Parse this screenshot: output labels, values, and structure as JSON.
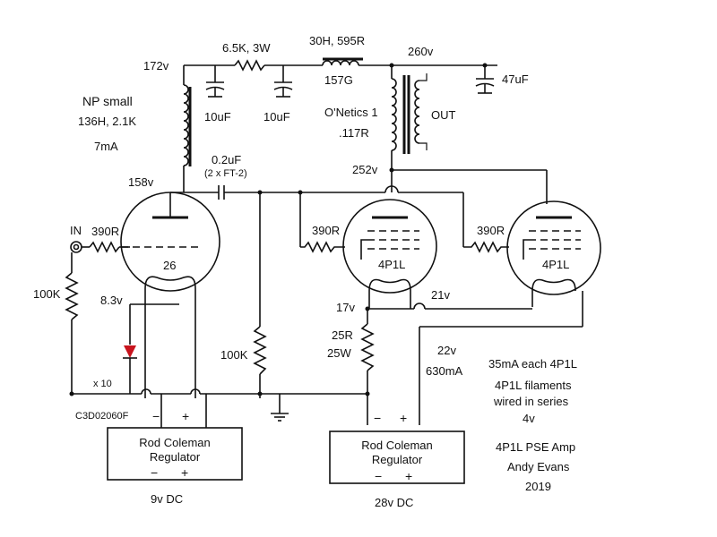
{
  "nodes": {
    "v172": "172v",
    "v260": "260v",
    "v158": "158v",
    "v252": "252v",
    "v83": "8.3v",
    "v17": "17v",
    "v21": "21v",
    "v22": "22v"
  },
  "components": {
    "r_6k5": "6.5K, 3W",
    "choke_30h": "30H, 595R",
    "choke_157g": "157G",
    "cap_47uf": "47uF",
    "cap_10uf_a": "10uF",
    "cap_10uf_b": "10uF",
    "np_title": "NP small",
    "np_spec": "136H, 2.1K",
    "np_current": "7mA",
    "onetics_name": "O'Netics 1",
    "onetics_r": ".117R",
    "out_label": "OUT",
    "cap_coupling": "0.2uF",
    "cap_coupling_note": "(2 x FT-2)",
    "in_label": "IN",
    "r_grid_26": "390R",
    "r_grid_4p1l_a": "390R",
    "r_grid_4p1l_b": "390R",
    "tube_26": "26",
    "tube_4p1l_a": "4P1L",
    "tube_4p1l_b": "4P1L",
    "r_100k_input": "100K",
    "r_100k_grid": "100K",
    "diode_count": "x 10",
    "diode_part": "C3D02060F",
    "r_25r_value": "25R",
    "r_25r_power": "25W",
    "current_630ma": "630mA"
  },
  "regulators": [
    {
      "title_line1": "Rod Coleman",
      "title_line2": "Regulator",
      "out_minus": "−",
      "out_plus": "+",
      "in_minus": "−",
      "in_plus": "+",
      "supply": "9v DC"
    },
    {
      "title_line1": "Rod Coleman",
      "title_line2": "Regulator",
      "out_minus": "−",
      "out_plus": "+",
      "in_minus": "−",
      "in_plus": "+",
      "supply": "28v DC"
    }
  ],
  "notes": {
    "each_current": "35mA each 4P1L",
    "filaments_1": "4P1L filaments",
    "filaments_2": "wired in series",
    "filaments_3": "4v"
  },
  "credits": {
    "title": "4P1L PSE Amp",
    "author": "Andy Evans",
    "year": "2019"
  }
}
